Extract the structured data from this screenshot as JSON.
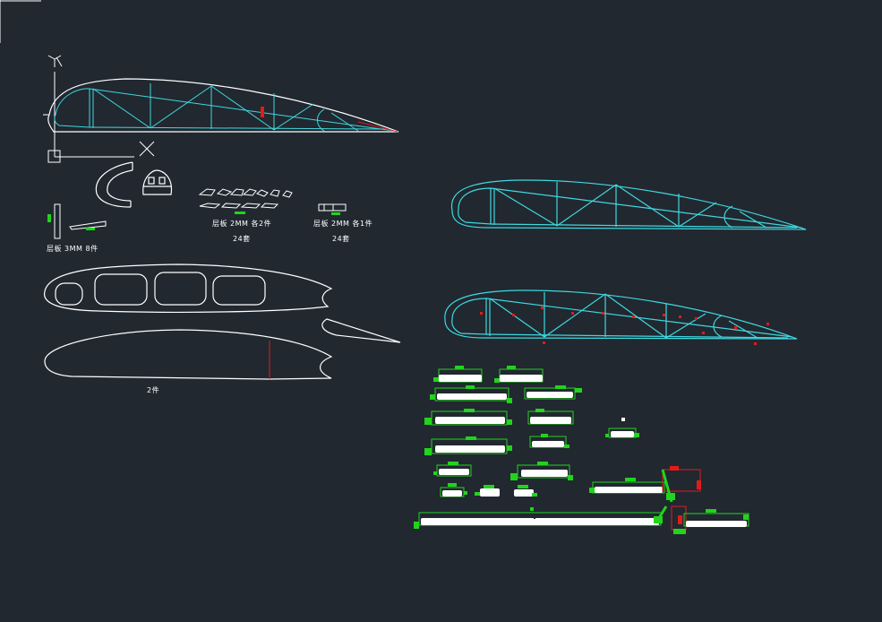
{
  "axis": {
    "y": "Y",
    "x": "X"
  },
  "labels": {
    "left_small": "层板 3MM 8件",
    "ribs_a_line1": "层板 2MM 各2件",
    "ribs_a_line2": "24套",
    "ribs_b_line1": "层板 2MM 各1件",
    "ribs_b_line2": "24套",
    "skin_count": "2件"
  },
  "colors": {
    "background": "#212830",
    "outline": "#ffffff",
    "cyan": "#3fd8e0",
    "green": "#21d41c",
    "red": "#e11b1b"
  }
}
